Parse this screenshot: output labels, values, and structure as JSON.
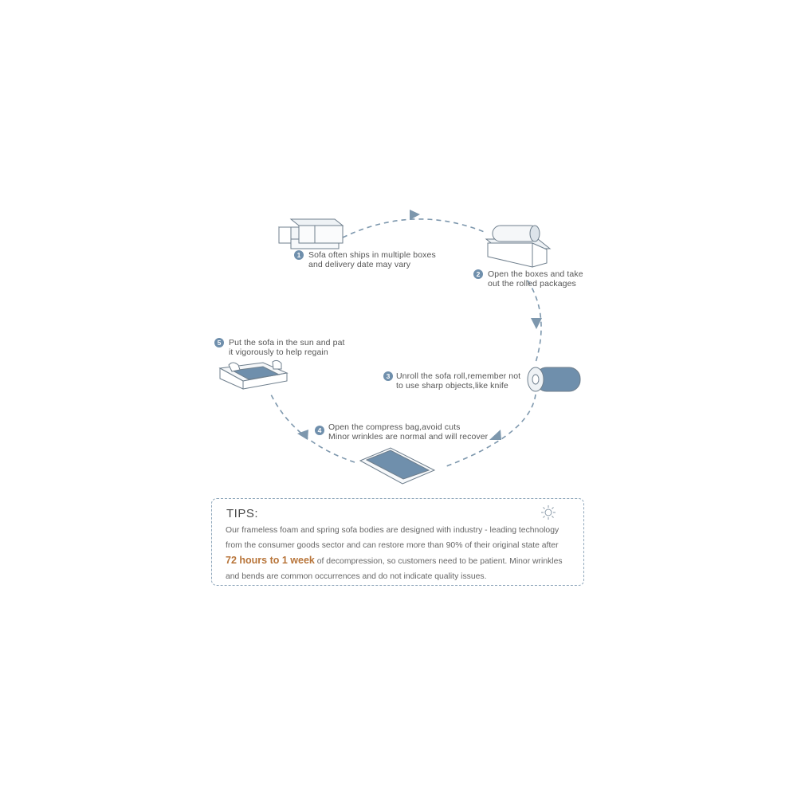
{
  "steps": [
    {
      "num": "1",
      "line1": "Sofa often ships in multiple boxes",
      "line2": "and delivery date may vary"
    },
    {
      "num": "2",
      "line1": "Open the boxes and take",
      "line2": "out the rolled packages"
    },
    {
      "num": "3",
      "line1": "Unroll the sofa roll,remember not",
      "line2": "to use sharp objects,like knife"
    },
    {
      "num": "4",
      "line1": "Open the compress bag,avoid cuts",
      "line2": "Minor wrinkles are normal and will recover"
    },
    {
      "num": "5",
      "line1": "Put the sofa in the sun and pat",
      "line2": "it vigorously to help regain"
    }
  ],
  "tips": {
    "title": "TIPS:",
    "body_before": "Our frameless foam and spring sofa bodies are designed with industry - leading technology from the consumer goods sector and can restore more than 90% of their original state after",
    "highlight": "72 hours to 1 week",
    "body_after": "of decompression, so customers need to be patient. Minor wrinkles and bends are common occurrences and do not indicate quality issues."
  },
  "icons": [
    "boxes-icon",
    "open-box-roll-icon",
    "sofa-roll-icon",
    "compress-bag-icon",
    "sofa-pat-icon",
    "sun-icon"
  ],
  "colors": {
    "accent": "#6f8fac",
    "highlight": "#b8753a",
    "dash": "#7d97ad"
  }
}
